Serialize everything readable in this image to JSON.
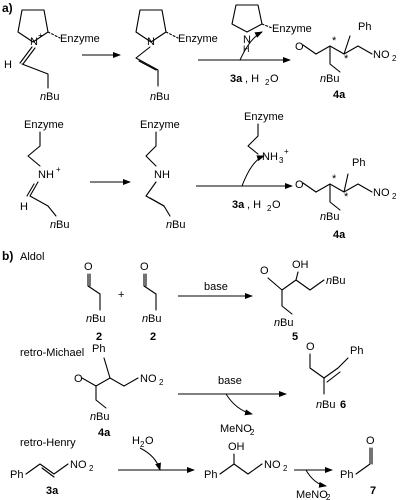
{
  "sections": {
    "a": "a)",
    "b": "b)"
  },
  "labels": {
    "enzyme": "Enzyme",
    "nbu_n": "n",
    "nbu_bu": "Bu",
    "ph": "Ph",
    "no2": "NO",
    "sub2": "2",
    "nh_plus": "NH",
    "nh": "NH",
    "nh3": "NH",
    "sub3": "3",
    "plus_sup": "+",
    "h": "H",
    "o": "O",
    "oh": "OH",
    "n": "N",
    "star": "*",
    "meno2": "MeNO",
    "plus": "+"
  },
  "reagents": {
    "row_a_reagent": "3a, H2O",
    "reagent_3a": "3a",
    "reagent_h2o": ", H",
    "reagent_o": "O",
    "base": "base",
    "h2o_h": "H",
    "h2o_o": "O"
  },
  "compounds": {
    "c4a": "4a",
    "c2": "2",
    "c5": "5",
    "c6": "6",
    "c3a": "3a",
    "c7": "7"
  },
  "reactions": {
    "aldol": "Aldol",
    "retro_michael": "retro-Michael",
    "retro_henry": "retro-Henry"
  }
}
